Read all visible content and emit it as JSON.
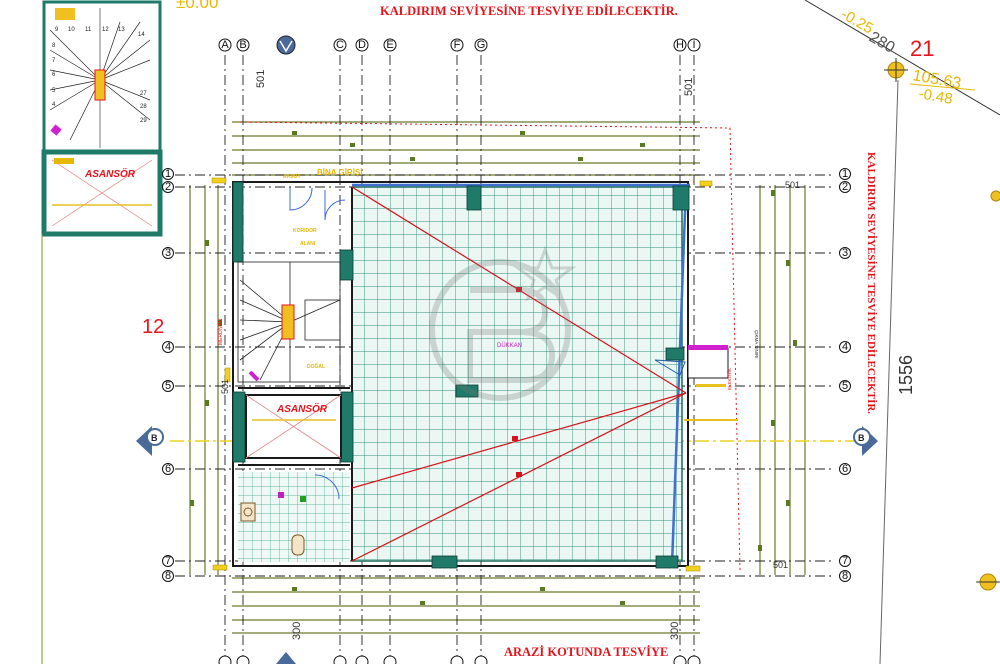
{
  "header": {
    "top_note": "KALDIRIM SEVİYESİNE TESVİYE EDİLECEKTİR.",
    "bottom_note": "ARAZİ KOTUNDA TESVİYE",
    "side_note": "KALDIRIM SEVİYESİNE TESVİYE EDİLECEKTİR."
  },
  "elevations": {
    "top_left": "±0.00",
    "top_right_a": "-0.25",
    "top_right_b": "280",
    "parcel_no": "21",
    "level_main": "105.63",
    "level_sub": "-0.48"
  },
  "labels": {
    "left_number": "12",
    "dim_right": "1556",
    "dim_501_top": "501",
    "dim_501_right": "501",
    "dim_501_mid": "501",
    "dim_501_bottom": "501",
    "dim_300_left": "300",
    "dim_300_right": "300",
    "dim_501_left": "501",
    "elevator_main": "ASANSÖR",
    "elevator_inset": "ASANSÖR",
    "entrance": "BİNA GİRİŞİ",
    "section_marker": "B"
  },
  "axes": {
    "top": [
      "A",
      "B",
      "C",
      "D",
      "E",
      "F",
      "G",
      "H",
      "I"
    ],
    "rows": [
      "1",
      "2",
      "3",
      "4",
      "5",
      "6",
      "7",
      "8"
    ]
  },
  "colors": {
    "grid_red": "#e8121a",
    "tile": "#2f8f7a",
    "wall": "#1f7a6a",
    "olive": "#5a6e1e",
    "yellow": "#f0d21e",
    "blue": "#3f6fd1"
  },
  "icons": [
    "section-arrow-icon",
    "north-arrow-icon",
    "survey-point-icon",
    "watermark-logo-icon"
  ]
}
